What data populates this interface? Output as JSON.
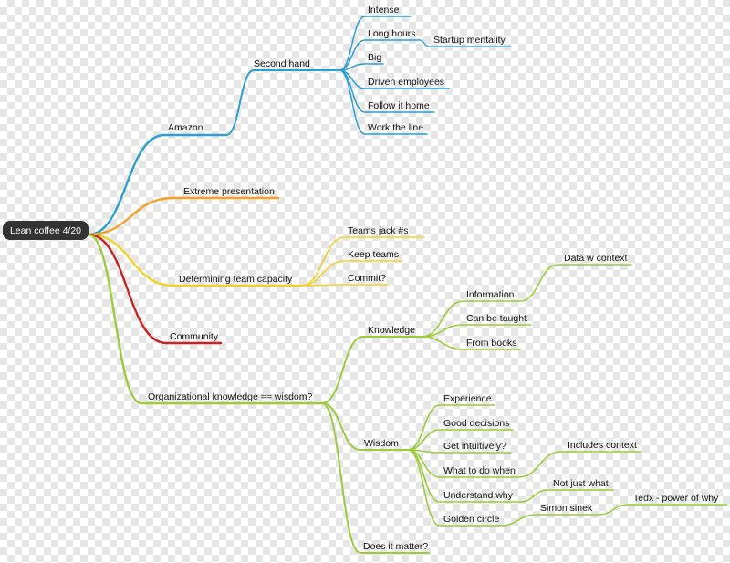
{
  "mindmap": {
    "root": {
      "label": "Lean coffee 4/20",
      "fill": "#333333"
    },
    "branch_colors": {
      "blue": "#2a9fd0",
      "orange": "#f3a32a",
      "yellow": "#f0d22a",
      "red": "#cc2222",
      "green": "#9ccc3c"
    },
    "nodes": {
      "amazon": "Amazon",
      "second_hand": "Second hand",
      "intense": "Intense",
      "long_hours": "Long hours",
      "startup_mentality": "Startup mentality",
      "big": "Big",
      "driven_employees": "Driven employees",
      "follow_it_home": "Follow it home",
      "work_the_line": "Work the line",
      "extreme_presentation": "Extreme presentation",
      "determining_team_capacity": "Determining team capacity",
      "teams_jack": "Teams jack #s",
      "keep_teams": "Keep teams",
      "commit": "Commit?",
      "community": "Community",
      "org_knowledge": "Organizational knowledge == wisdom?",
      "knowledge": "Knowledge",
      "information": "Information",
      "data_w_context": "Data w context",
      "can_be_taught": "Can be taught",
      "from_books": "From books",
      "wisdom": "Wisdom",
      "experience": "Experience",
      "good_decisions": "Good decisions",
      "get_intuitively": "Get intuitively?",
      "what_to_do_when": "What to do when",
      "includes_context": "Includes context",
      "understand_why": "Understand why",
      "not_just_what": "Not just what",
      "golden_circle": "Golden circle",
      "simon_sinek": "Simon sinek",
      "tedx": "Tedx - power of why",
      "does_it_matter": "Does it matter?"
    }
  }
}
